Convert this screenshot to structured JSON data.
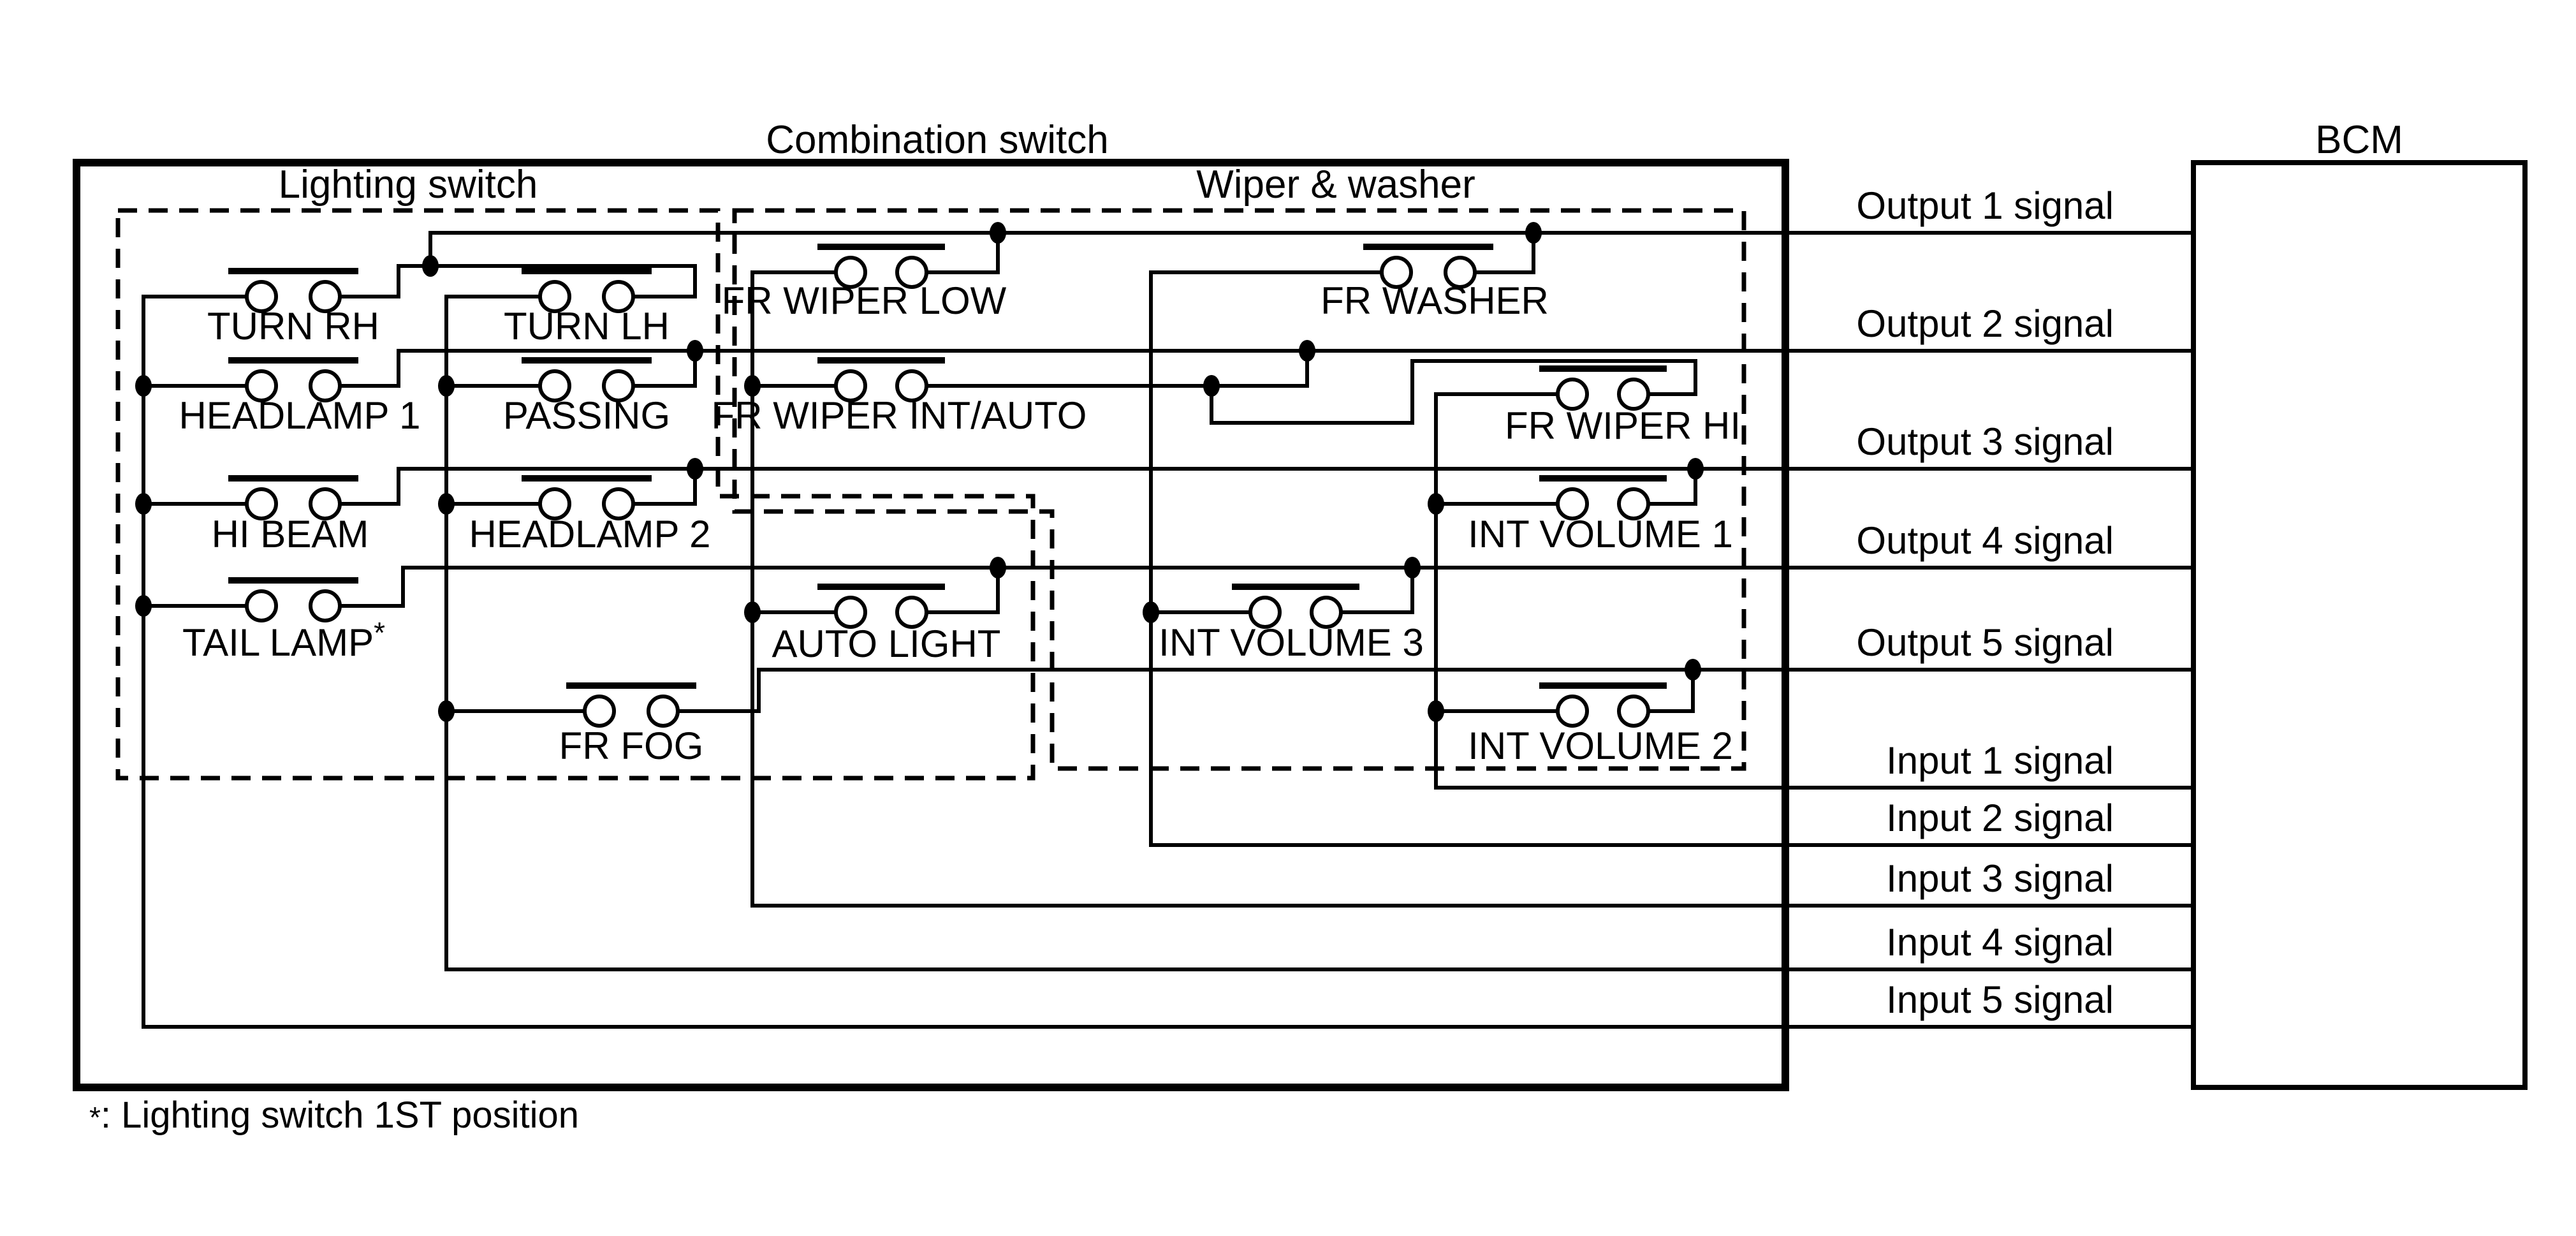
{
  "diagram": {
    "title": "Combination switch",
    "bcm": "BCM",
    "sections": {
      "lighting": "Lighting switch",
      "wiper": "Wiper & washer"
    },
    "switches": {
      "turn_rh": "TURN RH",
      "turn_lh": "TURN LH",
      "fr_wiper_low": "FR WIPER LOW",
      "fr_washer": "FR WASHER",
      "headlamp_1": "HEADLAMP 1",
      "passing": "PASSING",
      "fr_wiper_int_auto": "FR WIPER INT/AUTO",
      "fr_wiper_hi": "FR WIPER HI",
      "hi_beam": "HI BEAM",
      "headlamp_2": "HEADLAMP 2",
      "int_volume_1": "INT VOLUME 1",
      "tail_lamp": "TAIL LAMP",
      "tail_lamp_mark": "*",
      "auto_light": "AUTO LIGHT",
      "int_volume_3": "INT VOLUME 3",
      "fr_fog": "FR FOG",
      "int_volume_2": "INT VOLUME 2"
    },
    "signals": {
      "output_1": "Output 1 signal",
      "output_2": "Output 2 signal",
      "output_3": "Output 3 signal",
      "output_4": "Output 4 signal",
      "output_5": "Output 5 signal",
      "input_1": "Input 1 signal",
      "input_2": "Input 2 signal",
      "input_3": "Input 3 signal",
      "input_4": "Input 4 signal",
      "input_5": "Input 5 signal"
    },
    "footnote": {
      "symbol": "*",
      "text": ": Lighting switch 1ST position"
    },
    "colors": {
      "ink": "#000000",
      "paper": "#ffffff"
    }
  }
}
